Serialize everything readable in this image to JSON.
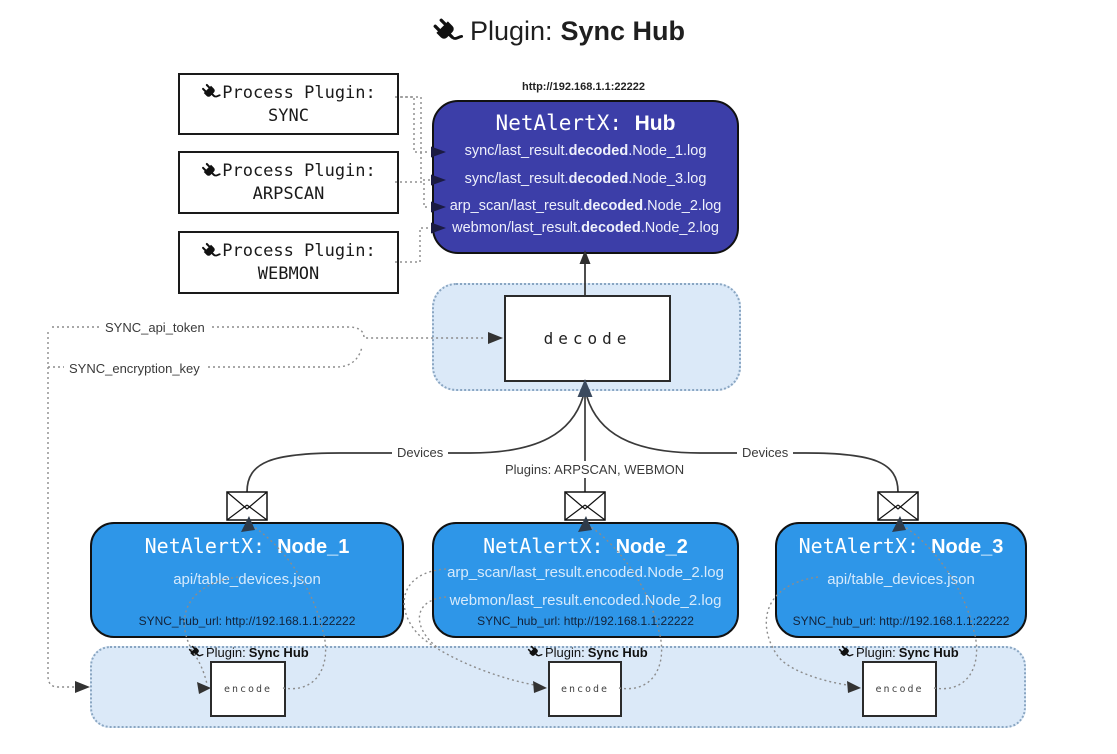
{
  "title": {
    "icon": "plug-icon",
    "prefix": "Plugin: ",
    "bold": "Sync Hub"
  },
  "process_plugins": [
    {
      "icon": "plug-icon",
      "label": "Process Plugin:",
      "name": "SYNC"
    },
    {
      "icon": "plug-icon",
      "label": "Process Plugin:",
      "name": "ARPSCAN"
    },
    {
      "icon": "plug-icon",
      "label": "Process Plugin:",
      "name": "WEBMON"
    }
  ],
  "hub": {
    "url": "http://192.168.1.1:22222",
    "title_prefix": "NetAlertX: ",
    "title_bold": "Hub",
    "lines": [
      {
        "pre": "sync/last_result.",
        "bold": "decoded",
        "post": ".Node_1.log"
      },
      {
        "pre": "sync/last_result.",
        "bold": "decoded",
        "post": ".Node_3.log"
      },
      {
        "pre": "arp_scan/last_result.",
        "bold": "decoded",
        "post": ".Node_2.log"
      },
      {
        "pre": "webmon/last_result.",
        "bold": "decoded",
        "post": ".Node_2.log"
      }
    ]
  },
  "decode_box": {
    "label": "decode"
  },
  "settings": {
    "api_token": "SYNC_api_token",
    "encryption_key": "SYNC_encryption_key"
  },
  "edge_labels": {
    "devices_left": "Devices",
    "plugins_center": "Plugins: ARPSCAN, WEBMON",
    "devices_right": "Devices"
  },
  "nodes": [
    {
      "title_prefix": "NetAlertX: ",
      "title_bold": "Node_1",
      "lines": [
        "api/table_devices.json"
      ],
      "hub_url": "SYNC_hub_url: http://192.168.1.1:22222"
    },
    {
      "title_prefix": "NetAlertX: ",
      "title_bold": "Node_2",
      "lines": [
        "arp_scan/last_result.encoded.Node_2.log",
        "webmon/last_result.encoded.Node_2.log"
      ],
      "hub_url": "SYNC_hub_url: http://192.168.1.1:22222"
    },
    {
      "title_prefix": "NetAlertX: ",
      "title_bold": "Node_3",
      "lines": [
        "api/table_devices.json"
      ],
      "hub_url": "SYNC_hub_url: http://192.168.1.1:22222"
    }
  ],
  "encode_band": {
    "groups": [
      {
        "icon": "plug-icon",
        "label_prefix": "Plugin: ",
        "label_bold": "Sync Hub",
        "box_label": "encode"
      },
      {
        "icon": "plug-icon",
        "label_prefix": "Plugin: ",
        "label_bold": "Sync Hub",
        "box_label": "encode"
      },
      {
        "icon": "plug-icon",
        "label_prefix": "Plugin: ",
        "label_bold": "Sync Hub",
        "box_label": "encode"
      }
    ]
  },
  "icons": {
    "envelope": "envelope-icon",
    "plug": "plug-icon"
  },
  "colors": {
    "hub_fill": "#3c3ea8",
    "node_fill": "#2e96e8",
    "band_fill": "#dbe9f8",
    "band_border": "#8aa6c2",
    "box_border": "#1a1a1a",
    "text_light": "#ffffff",
    "arrow_dark": "#3b4a5e",
    "dotted_line": "#909090"
  }
}
